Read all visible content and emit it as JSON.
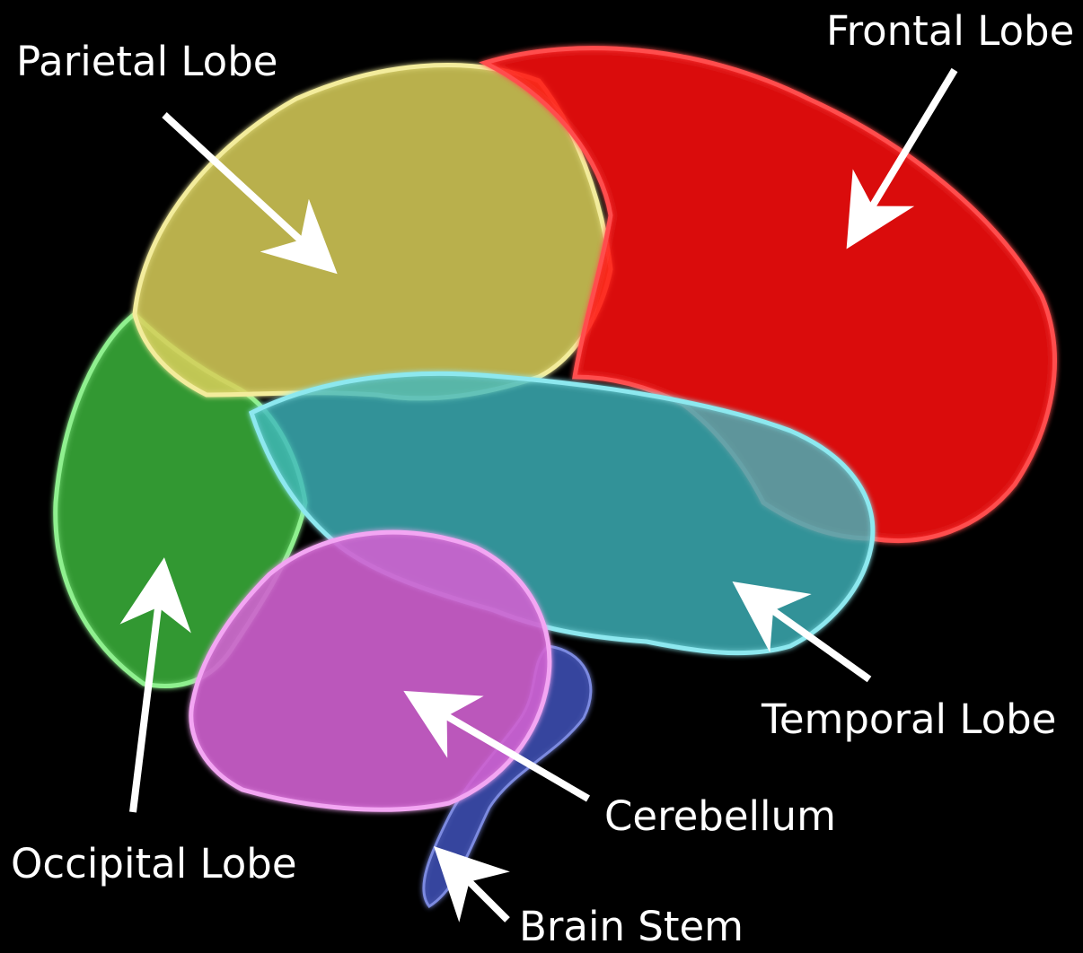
{
  "labels": {
    "frontal": "Frontal Lobe",
    "parietal": "Parietal Lobe",
    "temporal": "Temporal Lobe",
    "cerebellum": "Cerebellum",
    "occipital": "Occipital Lobe",
    "brain_stem": "Brain Stem"
  },
  "colors": {
    "background": "#000000",
    "label_text": "#ffffff",
    "arrow": "#ffffff",
    "frontal": "#ff1a1a",
    "parietal": "#e8df7a",
    "temporal": "#6fd8de",
    "occipital": "#5fd35f",
    "cerebellum": "#e88ae8",
    "brain_stem": "#5a6bc8"
  }
}
